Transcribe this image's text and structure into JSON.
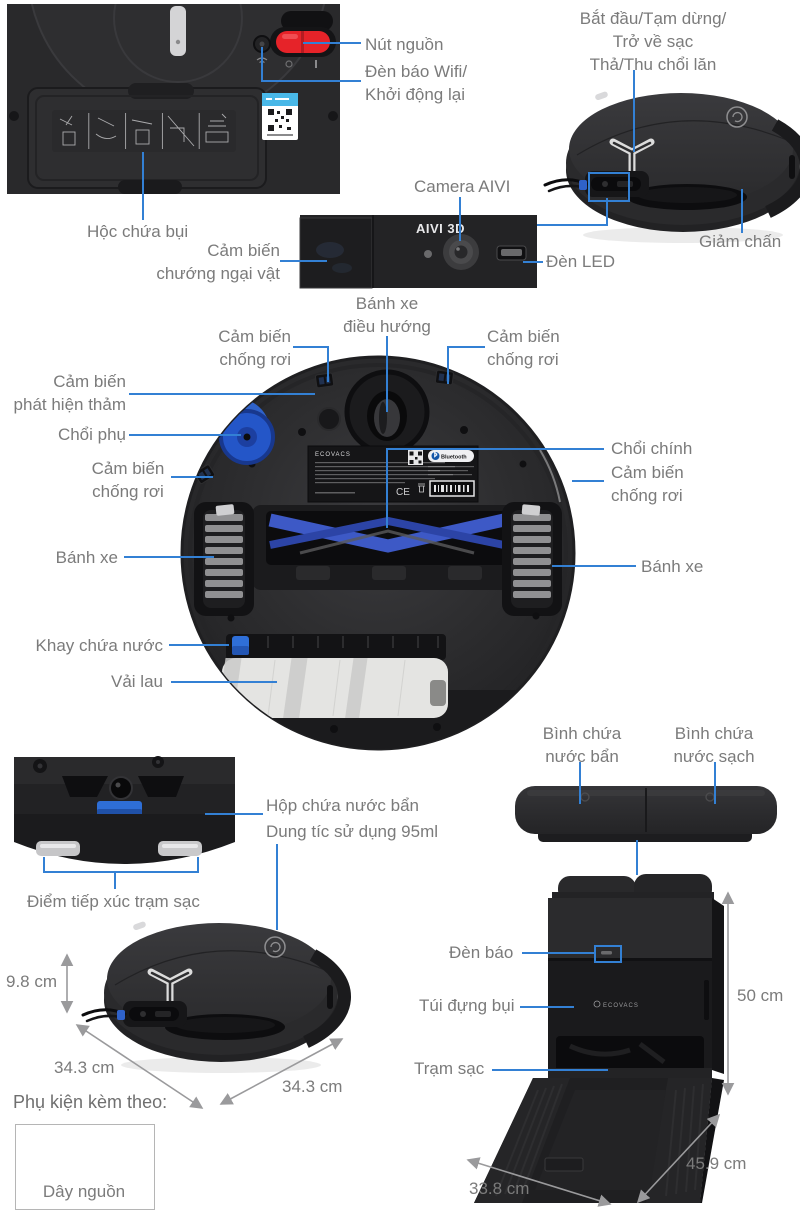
{
  "colors": {
    "accent_blue": "#3380d4",
    "label_gray": "#7b7b7b",
    "arrow_gray": "#9a9a9c",
    "switch_red": "#e62329",
    "product_black": "#262628",
    "brush_blue": "#3a57c2"
  },
  "labels": {
    "power_button": "Nút nguồn",
    "wifi_indicator_1": "Đèn báo Wifi/",
    "wifi_indicator_2": "Khởi động lại",
    "dustbin": "Hộc chứa bụi",
    "obstacle_sensor_1": "Cảm biến",
    "obstacle_sensor_2": "chướng ngại vật",
    "start_1": "Bắt đầu/Tạm dừng/",
    "start_2": "Trở về sạc",
    "start_3": "Thả/Thu chổi lăn",
    "camera": "Camera AIVI",
    "led": "Đèn LED",
    "bumper": "Giảm chấn",
    "caster_1": "Bánh xe",
    "caster_2": "điều hướng",
    "cliff_1": "Cảm biến",
    "cliff_2": "chống rơi",
    "carpet_1": "Cảm biến",
    "carpet_2": "phát hiện thảm",
    "side_brush": "Chổi phụ",
    "main_brush": "Chổi chính",
    "wheel": "Bánh xe",
    "water_tray": "Khay chứa nước",
    "mop_cloth": "Vải lau",
    "dirty_water_box_1": "Hộp chứa nước bẩn",
    "dirty_water_box_2": "Dung tíc sử dụng 95ml",
    "charging_contacts": "Điểm tiếp xúc trạm sạc",
    "dirty_tank_1": "Bình chứa",
    "dirty_tank_2": "nước bẩn",
    "clean_tank_1": "Bình chứa",
    "clean_tank_2": "nước sạch",
    "indicator_light": "Đèn báo",
    "dust_bag": "Túi đựng bụi",
    "dock": "Trạm sạc"
  },
  "dimensions": {
    "robot_height": "9.8 cm",
    "robot_width": "34.3 cm",
    "robot_depth": "34.3 cm",
    "station_height": "50 cm",
    "station_depth": "45.9 cm",
    "station_width": "33.8 cm"
  },
  "accessories": {
    "heading": "Phụ kiện kèm theo:",
    "power_cord": "Dây nguồn"
  },
  "product_text": {
    "module": "AIVI 3D",
    "brand": "ECOVACS",
    "bluetooth": "Bluetooth"
  }
}
